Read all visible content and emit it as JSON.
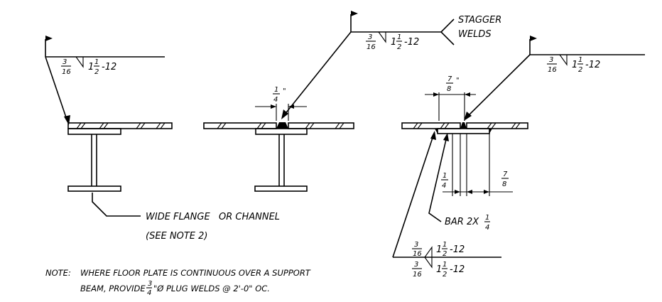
{
  "details": {
    "left": {
      "symbol": {
        "num": "3",
        "den": "16",
        "length": "1",
        "length_frac_num": "1",
        "length_frac_den": "2",
        "pitch": "-12"
      },
      "label": {
        "line1": "WIDE FLANGE",
        "line1b": "OR CHANNEL",
        "line2": "(SEE NOTE 2)"
      }
    },
    "middle": {
      "gap_num": "1",
      "gap_den": "4",
      "gap_mark": "\"",
      "symbol": {
        "num": "3",
        "den": "16",
        "length": "1",
        "length_frac_num": "1",
        "length_frac_den": "2",
        "pitch": "-12"
      },
      "tail_line1": "STAGGER",
      "tail_line2": "WELDS"
    },
    "right": {
      "gap_num": "7",
      "gap_den": "8",
      "gap_mark": "\"",
      "symbol": {
        "num": "3",
        "den": "16",
        "length": "1",
        "length_frac_num": "1",
        "length_frac_den": "2",
        "pitch": "-12"
      },
      "dim_a_num": "1",
      "dim_a_den": "4",
      "dim_b_num": "7",
      "dim_b_den": "8",
      "bar_label": "BAR 2X",
      "bar_frac_num": "1",
      "bar_frac_den": "4",
      "bottom_symbol_upper": {
        "num": "3",
        "den": "16",
        "length": "1",
        "length_frac_num": "1",
        "length_frac_den": "2",
        "pitch": "-12"
      },
      "bottom_symbol_lower": {
        "num": "3",
        "den": "16",
        "length": "1",
        "length_frac_num": "1",
        "length_frac_den": "2",
        "pitch": "-12"
      }
    }
  },
  "note": {
    "prefix": "NOTE:",
    "line1": "WHERE FLOOR PLATE IS CONTINUOUS OVER A SUPPORT",
    "line2a": "BEAM, PROVIDE",
    "line2_frac_num": "3",
    "line2_frac_den": "4",
    "line2b": "\"Ø  PLUG WELDS @ 2'-0\" OC."
  }
}
